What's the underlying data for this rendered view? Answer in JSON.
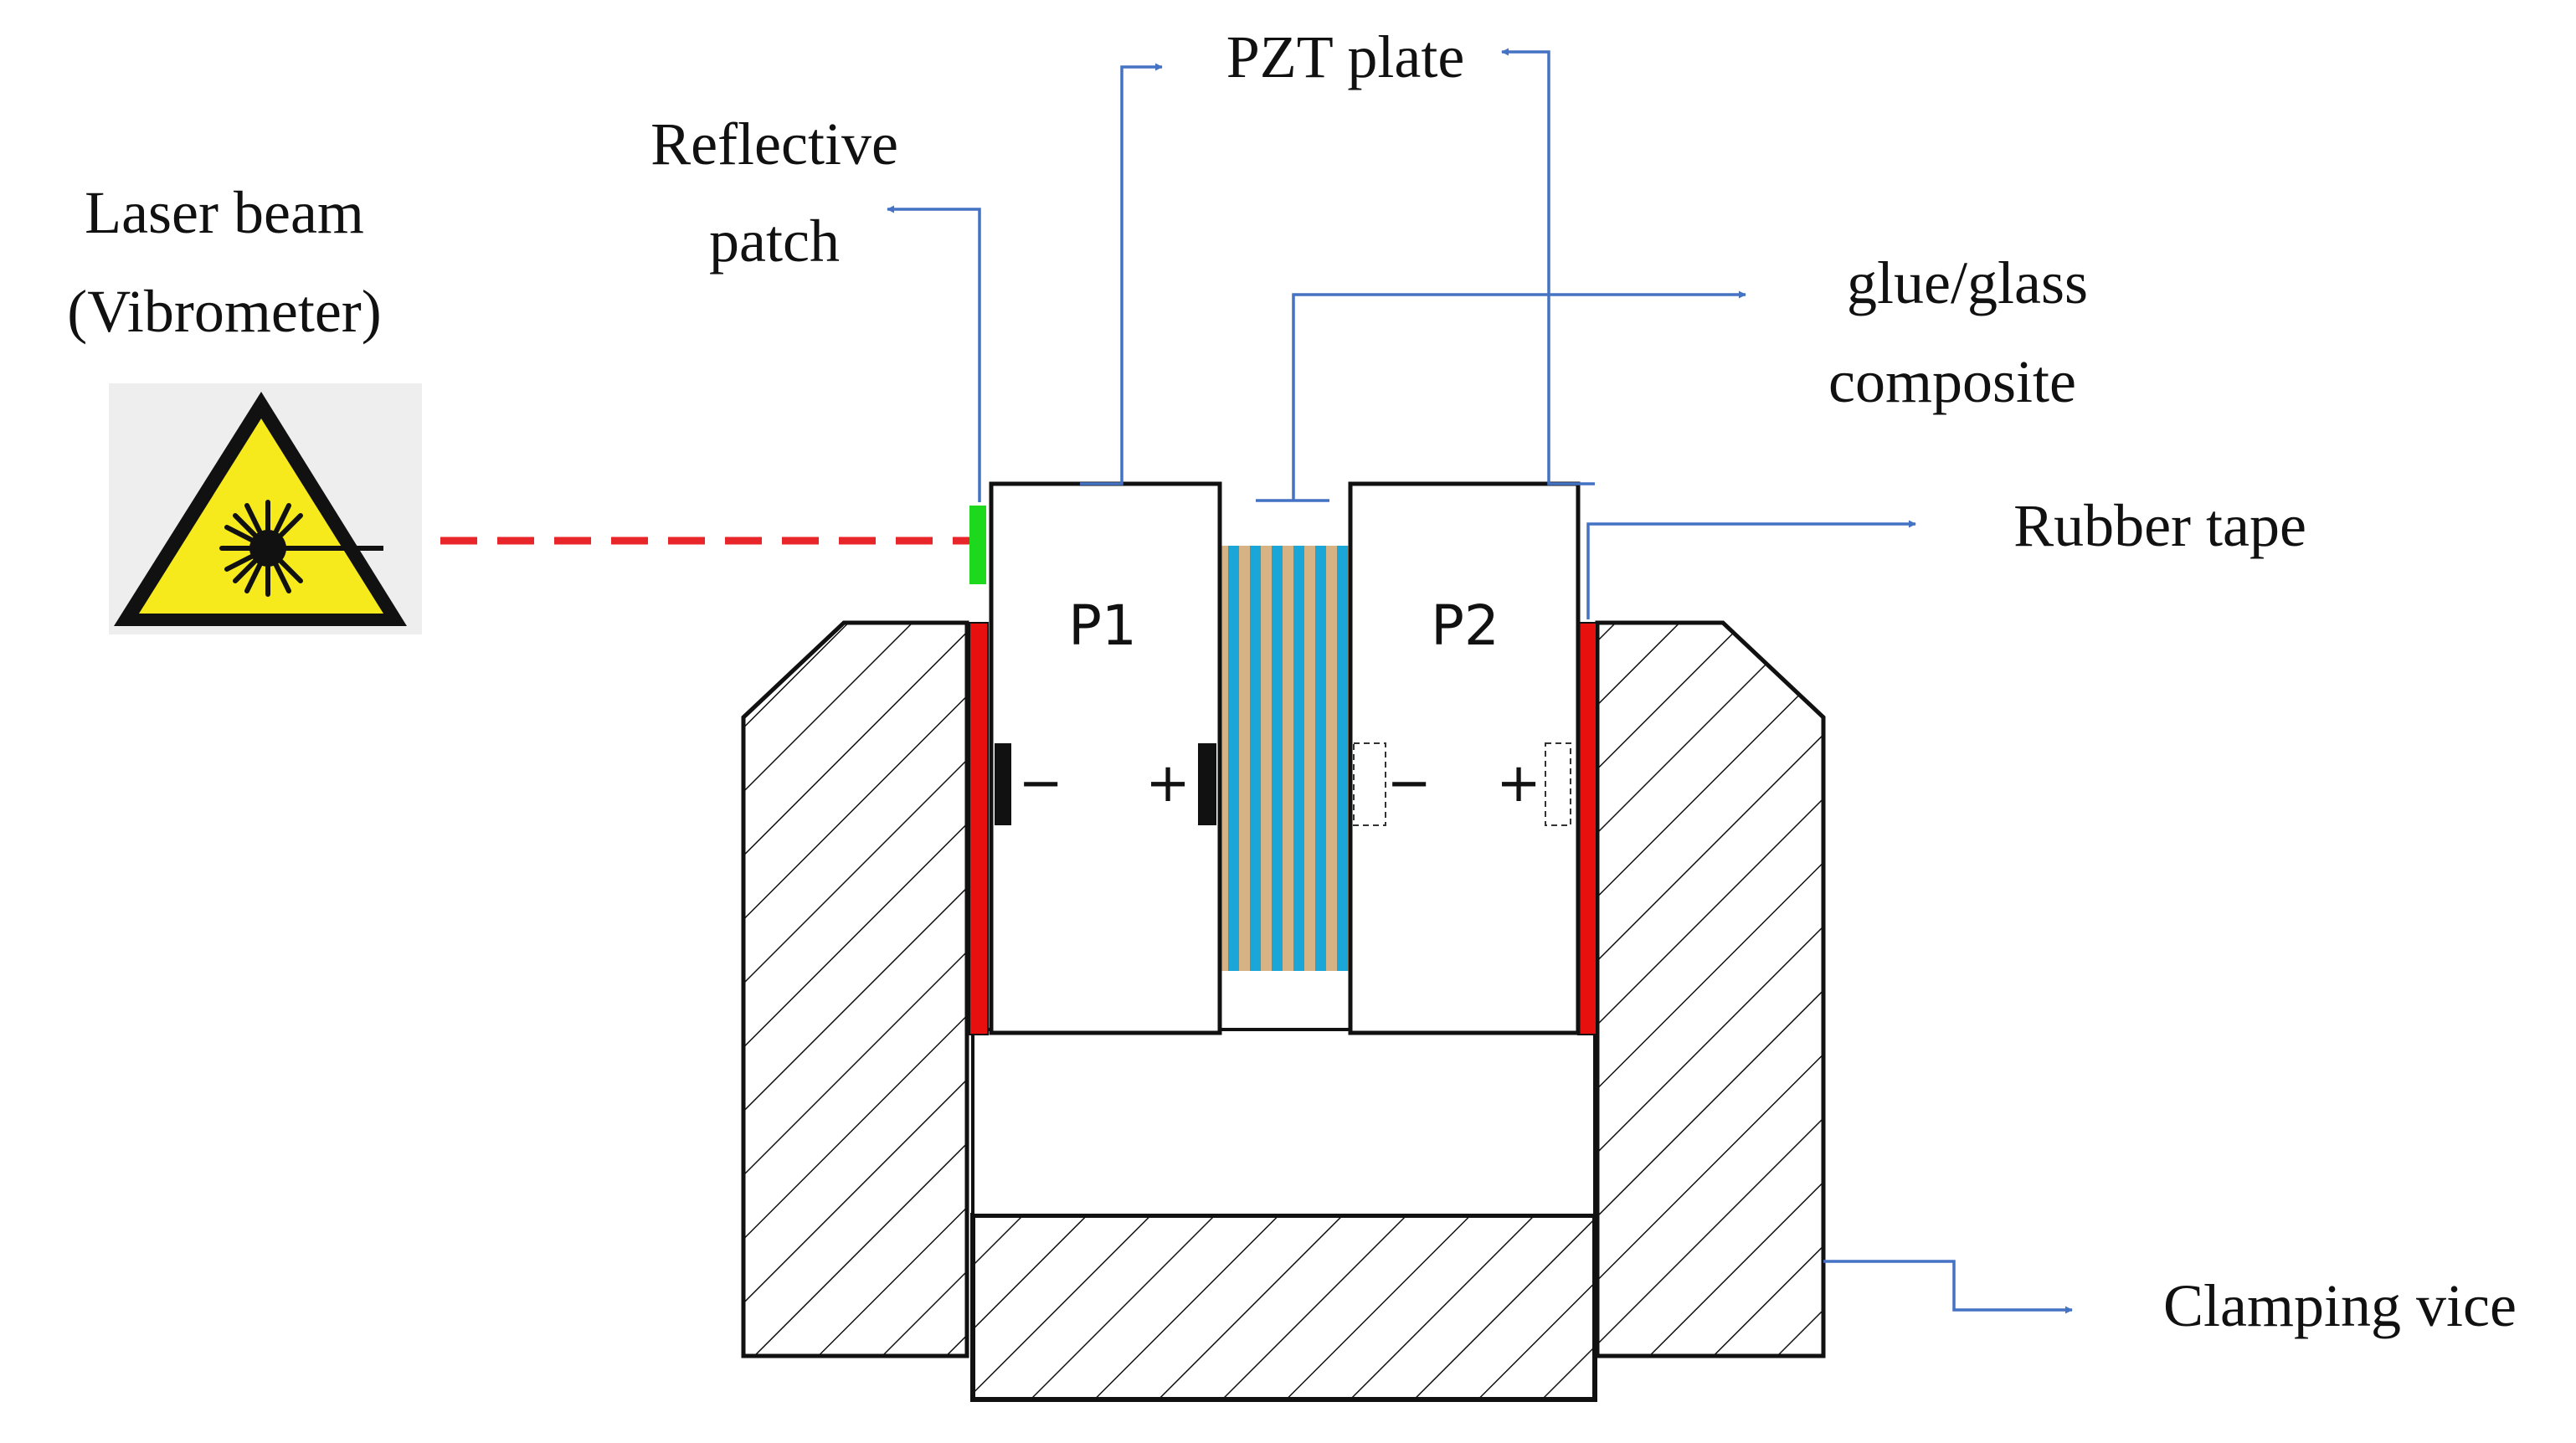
{
  "labels": {
    "pzt_plate": "PZT plate",
    "reflective_line1": "Reflective",
    "reflective_line2": "patch",
    "laser_line1": "Laser beam",
    "laser_line2": "(Vibrometer)",
    "glue_line1": "glue/glass",
    "glue_line2": "composite",
    "rubber_tape": "Rubber tape",
    "clamping_vice": "Clamping vice",
    "p1": "P1",
    "p2": "P2",
    "p1_minus": "−",
    "p1_plus": "+",
    "p2_minus": "−",
    "p2_plus": "+"
  },
  "colors": {
    "leader_line": "#4472C4",
    "laser_beam": "#E8262A",
    "rubber_tape": "#E8100F",
    "reflective_patch": "#1ED81E",
    "glue": "#D6B384",
    "glass_fiber": "#1BA6D8",
    "warning_sign": "#F7EA1C"
  },
  "icons": {
    "laser_warning": "laser-warning-icon"
  }
}
